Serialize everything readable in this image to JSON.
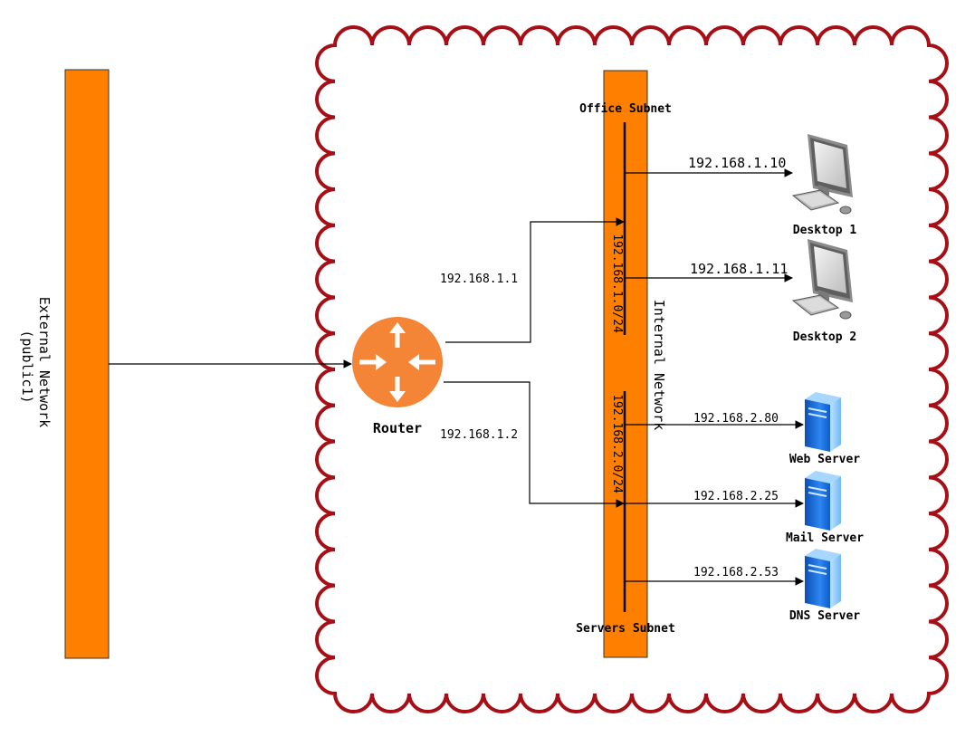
{
  "external_network": {
    "label_line1": "External Network",
    "label_line2": "(public1)"
  },
  "internal_network": {
    "label": "Internal Network",
    "office_subnet": {
      "title": "Office Subnet",
      "cidr": "192.168.1.0/24"
    },
    "servers_subnet": {
      "title": "Servers Subnet",
      "cidr": "192.168.2.0/24"
    }
  },
  "router": {
    "label": "Router",
    "ip_office": "192.168.1.1",
    "ip_servers": "192.168.1.2"
  },
  "hosts": [
    {
      "name": "Desktop 1",
      "ip": "192.168.1.10",
      "kind": "desktop-icon"
    },
    {
      "name": "Desktop 2",
      "ip": "192.168.1.11",
      "kind": "desktop-icon"
    },
    {
      "name": "Web Server",
      "ip": "192.168.2.80",
      "kind": "server-icon"
    },
    {
      "name": "Mail Server",
      "ip": "192.168.2.25",
      "kind": "server-icon"
    },
    {
      "name": "DNS Server",
      "ip": "192.168.2.53",
      "kind": "server-icon"
    }
  ],
  "colors": {
    "network_bar": "#FF8000",
    "cloud_border": "#A50F15",
    "router": "#F58536"
  }
}
